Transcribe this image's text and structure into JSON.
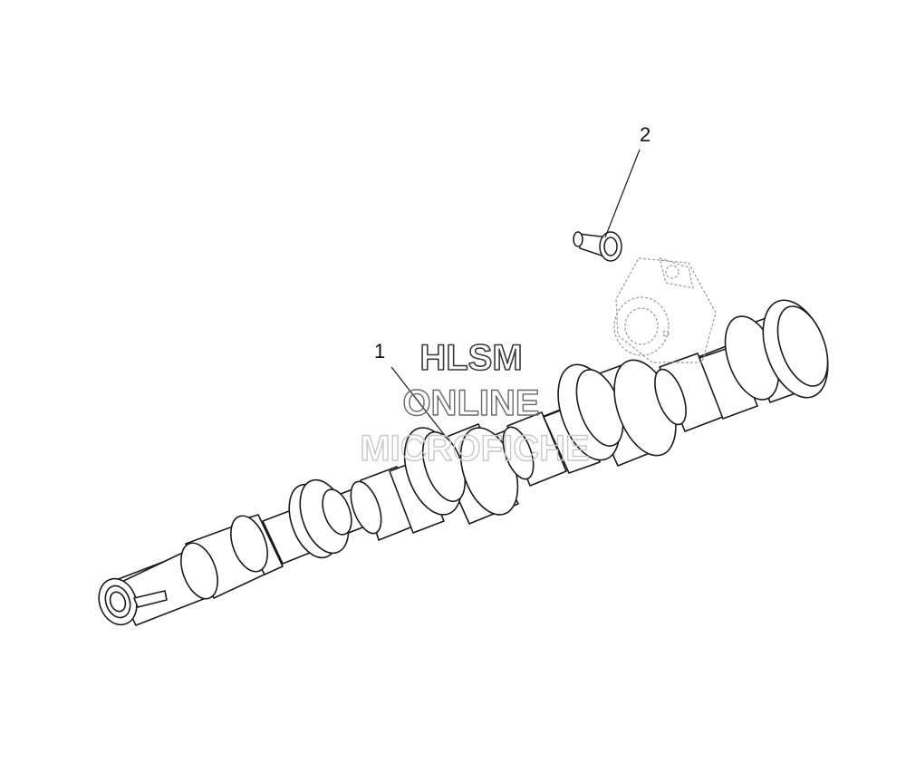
{
  "callouts": [
    {
      "id": "1",
      "label": "1"
    },
    {
      "id": "2",
      "label": "2"
    }
  ],
  "watermark": {
    "line1": "HLSM",
    "line2": "ONLINE",
    "line3": "MICROFICHE"
  },
  "colors": {
    "background": "#ffffff",
    "line": "#1a1a1a",
    "ghost_line": "#9a9a9a",
    "watermark_dark": "#3a3a3a",
    "watermark_light": "#c8c8c8"
  }
}
